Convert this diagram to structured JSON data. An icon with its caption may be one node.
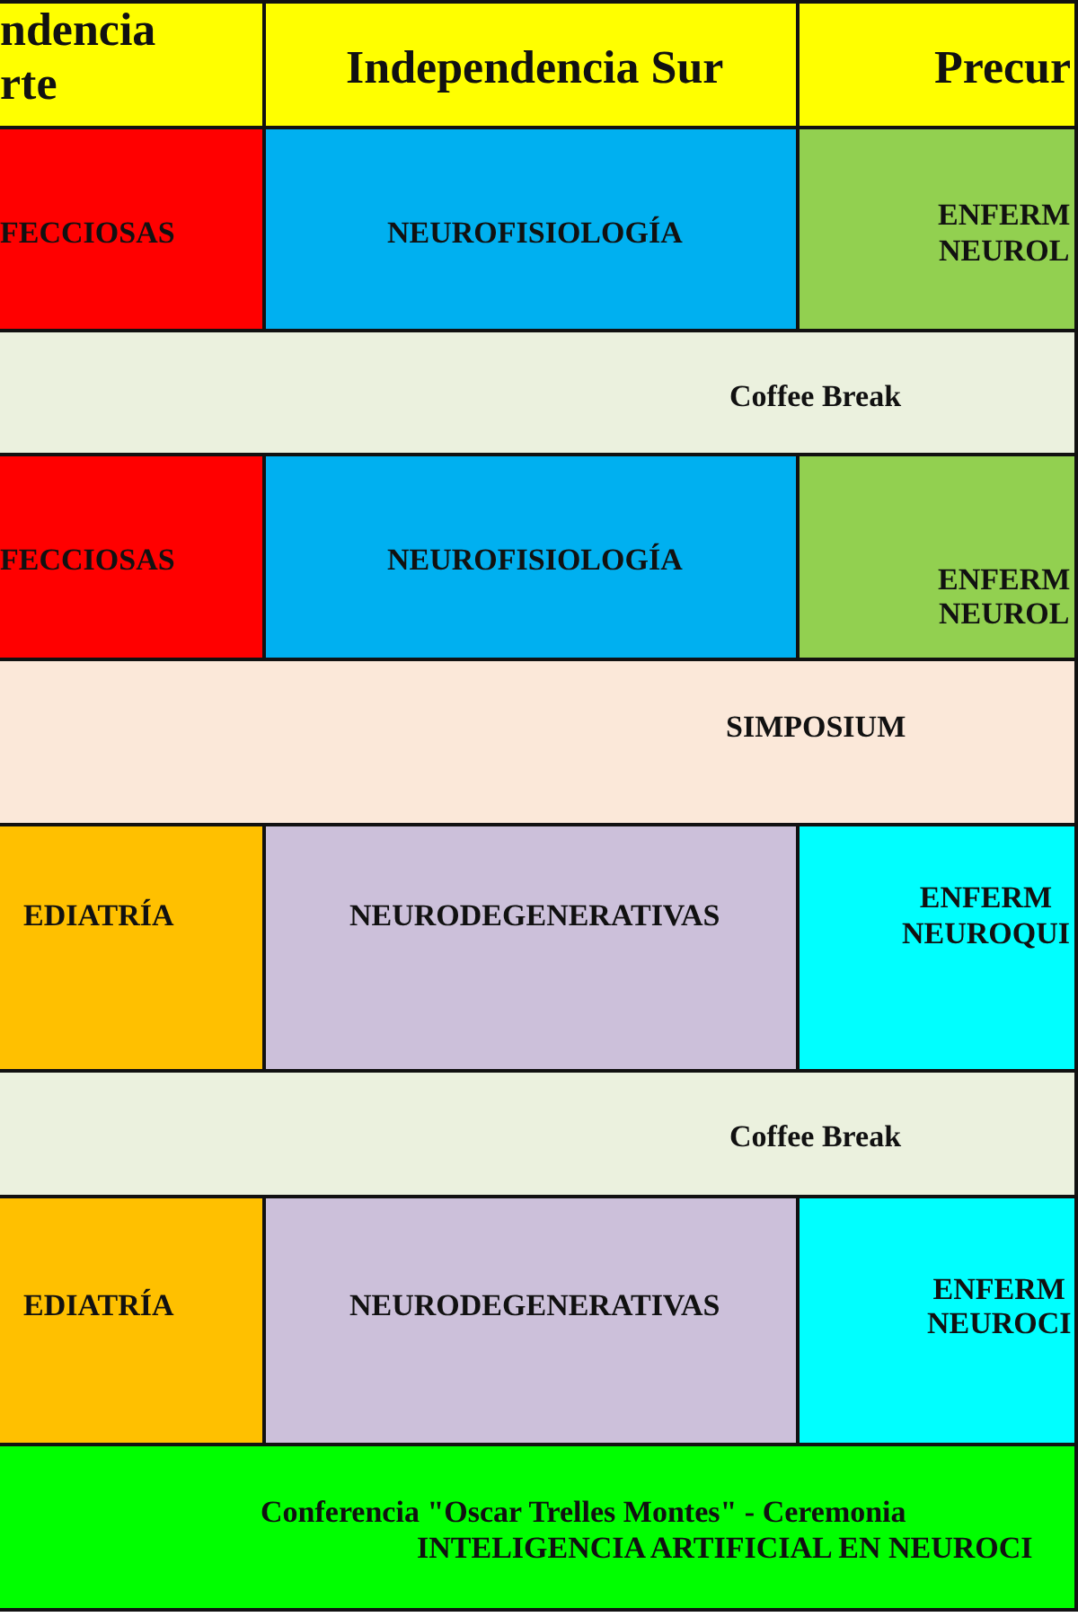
{
  "diagram": {
    "nodes": [
      {
        "text": [
          "ndencia rte"
        ]
      },
      {
        "text": [
          "Independencia Sur"
        ]
      },
      {
        "text": [
          "Precur"
        ]
      },
      {
        "text": [
          "FECCIOSAS"
        ]
      },
      {
        "text": [
          "NEUROFISIOLOGÍA"
        ]
      },
      {
        "text": [
          "ENFERM NEUROL"
        ]
      },
      {
        "text": [
          "Coffee Break"
        ]
      },
      {
        "text": [
          "FECCIOSAS"
        ]
      },
      {
        "text": [
          "NEUROFISIOLOGÍA"
        ]
      },
      {
        "text": [
          "ENFERM NEUROL"
        ]
      },
      {
        "text": [
          "SIMPOSIUM"
        ]
      },
      {
        "text": [
          "EDIATRÍA"
        ]
      },
      {
        "text": [
          "NEURODEGENERATIVAS"
        ]
      },
      {
        "text": [
          "ENFERM NEUROQUI"
        ]
      },
      {
        "text": [
          "Coffee Break"
        ]
      },
      {
        "text": [
          "EDIATRÍA"
        ]
      },
      {
        "text": [
          "NEURODEGENERATIVAS"
        ]
      },
      {
        "text": [
          "ENFERM NEUROCI"
        ]
      },
      {
        "text": [
          "Conferencia \"Oscar Trelles Montes\" - Ceremonia",
          "INTELIGENCIA ARTIFICIAL EN NEUROCI"
        ]
      }
    ]
  }
}
